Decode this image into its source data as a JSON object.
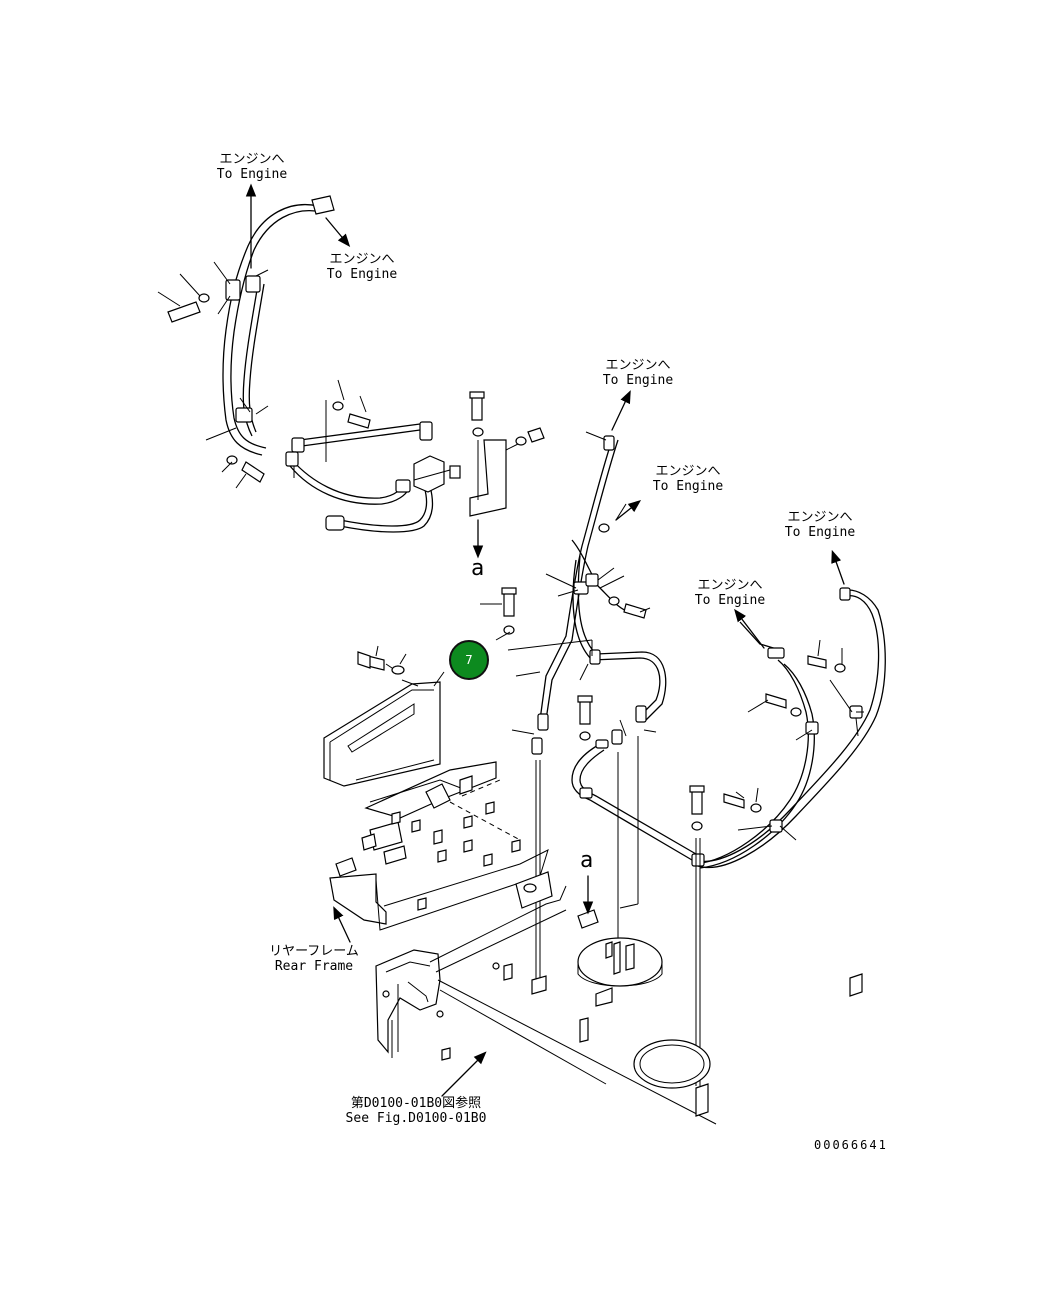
{
  "labels": {
    "engine_1": {
      "jp": "エンジンへ",
      "en": "To Engine"
    },
    "engine_2": {
      "jp": "エンジンへ",
      "en": "To Engine"
    },
    "engine_3": {
      "jp": "エンジンへ",
      "en": "To Engine"
    },
    "engine_4": {
      "jp": "エンジンへ",
      "en": "To Engine"
    },
    "engine_5": {
      "jp": "エンジンへ",
      "en": "To Engine"
    },
    "engine_6": {
      "jp": "エンジンへ",
      "en": "To Engine"
    },
    "rear_frame": {
      "jp": "リヤーフレーム",
      "en": "Rear Frame"
    },
    "see_fig": {
      "jp": "第D0100-01B0図参照",
      "en": "See Fig.D0100-01B0"
    }
  },
  "markers": {
    "a_top": "a",
    "a_bottom": "a"
  },
  "callout": {
    "number": "7",
    "color": "#0d8a1f"
  },
  "drawing_number": "00066641"
}
